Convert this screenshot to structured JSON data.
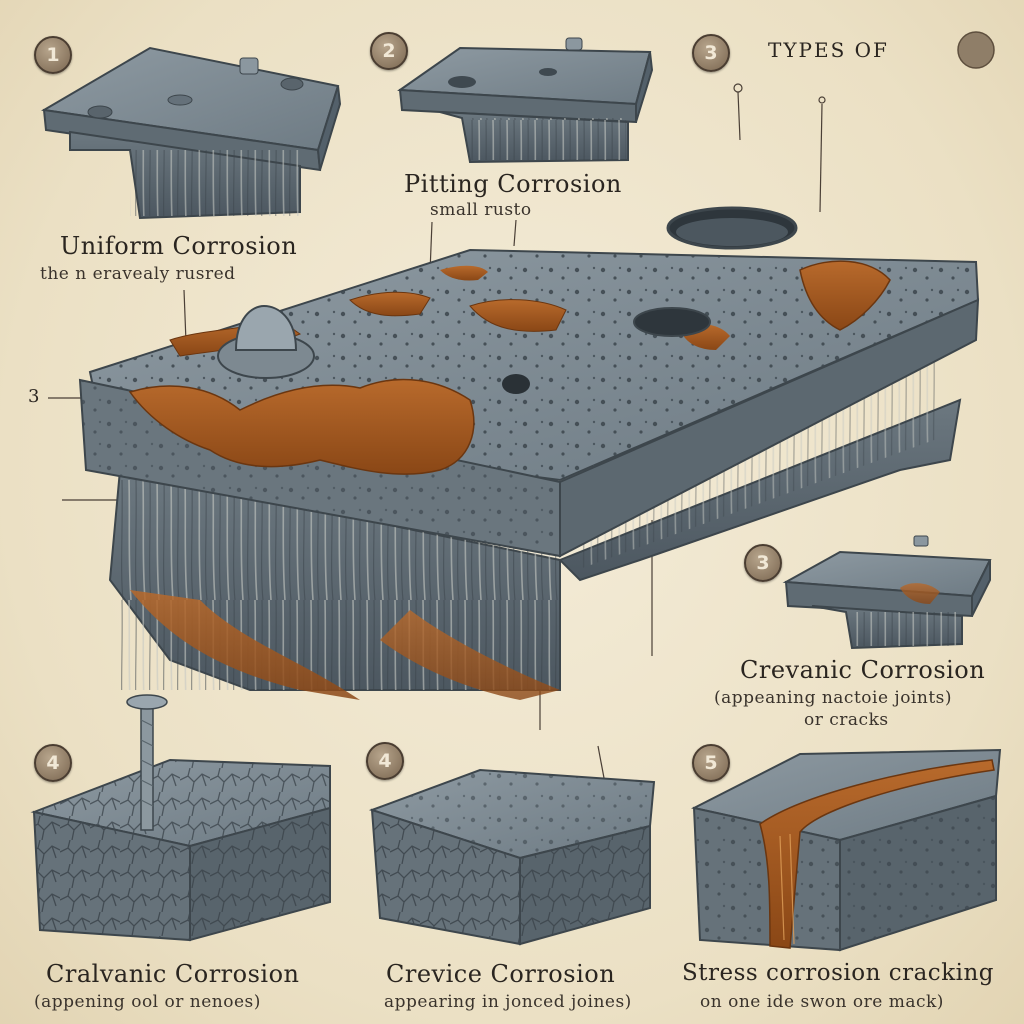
{
  "header": {
    "badge": "3",
    "title": "TYPES OF"
  },
  "badges": {
    "b1": "1",
    "b2": "2",
    "b3": "3",
    "b4a": "4",
    "b4b": "4",
    "b5": "5"
  },
  "side_marker": "3",
  "sections": {
    "uniform": {
      "title": "Uniform Corrosion",
      "subtitle": "the n eravealy rusred"
    },
    "pitting": {
      "title": "Pitting Corrosion",
      "subtitle": "small rusto"
    },
    "crevanic": {
      "title": "Crevanic Corrosion",
      "subtitle": "(appeaning nactoie joints)",
      "subtitle2": "or cracks"
    },
    "galvanic": {
      "title": "Cralvanic Corrosion",
      "subtitle": "(appening ool or nenoes)"
    },
    "crevice": {
      "title": "Crevice Corrosion",
      "subtitle": "appearing in jonced joines)"
    },
    "stress": {
      "title": "Stress corrosion cracking",
      "subtitle": "on one ide swon ore mack)"
    }
  },
  "colors": {
    "metal": "#7c8a93",
    "metal_dark": "#55616a",
    "rust": "#a65a22",
    "paper": "#efe6cf"
  }
}
